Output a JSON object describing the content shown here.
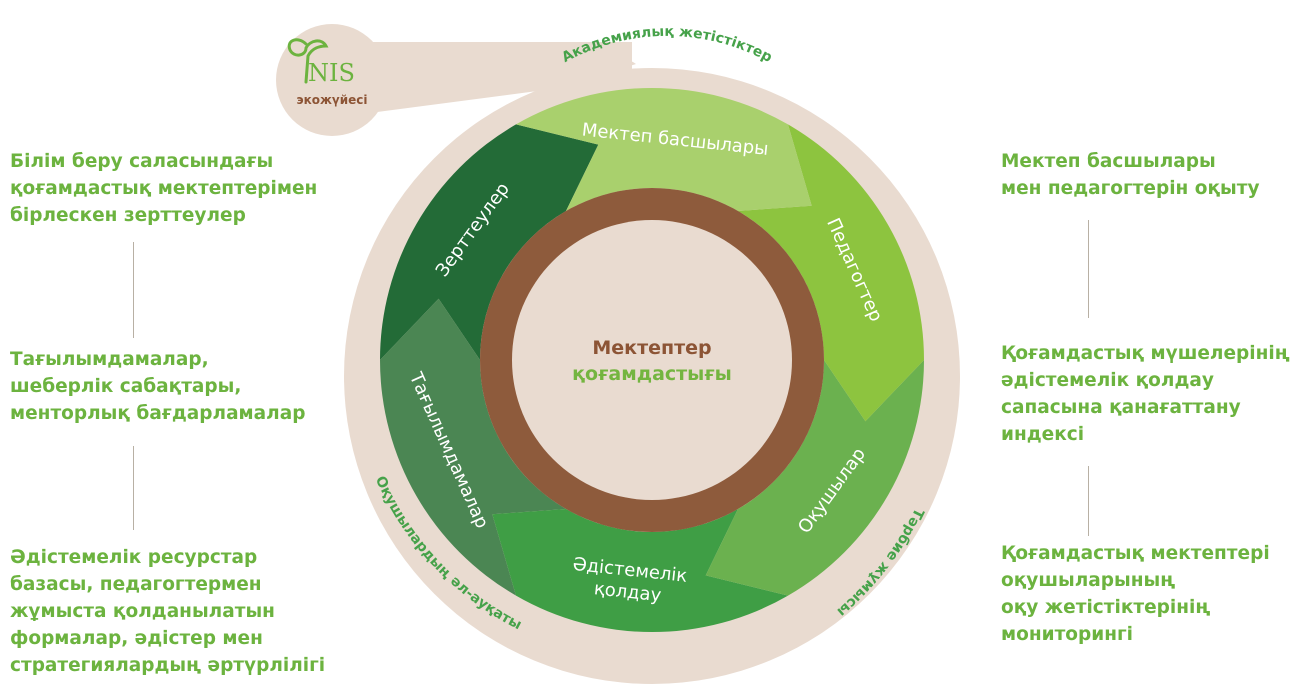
{
  "logo": {
    "brand": "NIS",
    "subtitle": "экожүйесі"
  },
  "center": {
    "line1": "Мектептер",
    "line2": "қоғамдастығы"
  },
  "segments": [
    {
      "label": "Мектеп басшылары",
      "color": "#a9d06d"
    },
    {
      "label": "Педагогтер",
      "color": "#8dc43f"
    },
    {
      "label": "Оқушылар",
      "color": "#6bb14f"
    },
    {
      "label": "Әдістемелік\nқолдау",
      "color": "#3f9e45"
    },
    {
      "label": "Тағылымдамалар",
      "color": "#4b8653"
    },
    {
      "label": "Зерттеулер",
      "color": "#236b37"
    }
  ],
  "outer_ring_labels": {
    "top": "Академиялық жетістіктер",
    "right": "Тәрбие жұмысы",
    "left": "Оқушылардың әл-ауқаты"
  },
  "left_column": [
    "Білім беру саласындағы\nқоғамдастық мектептерімен\nбірлескен зерттеулер",
    "Тағылымдамалар,\nшеберлік сабақтары,\nменторлық бағдарламалар",
    "Әдістемелік ресурстар\nбазасы, педагогтермен\nжұмыста қолданылатын\nформалар, әдістер мен\nстратегиялардың әртүрлілігі"
  ],
  "right_column": [
    "Мектеп басшылары\nмен педагогтерін оқыту",
    "Қоғамдастық мүшелерінің\nәдістемелік қолдау\nсапасына қанағаттану\nиндексі",
    "Қоғамдастық мектептері\nоқушыларының\nоқу жетістіктерінің\nмониторингі"
  ],
  "colors": {
    "outer_ring": "#e9dbd0",
    "hub": "#8e5b3c",
    "inner_fill": "#e9dbd0",
    "text_green": "#6cb33f",
    "ring_text": "#46a24a",
    "center_brown": "#8c5435"
  }
}
